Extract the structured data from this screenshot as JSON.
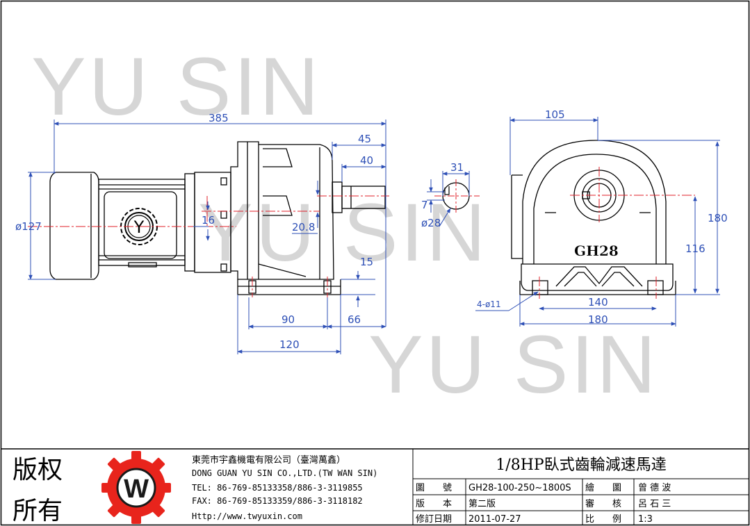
{
  "watermark": {
    "text": "YU SIN"
  },
  "dimensions": {
    "overall_length": "385",
    "d45": "45",
    "d40": "40",
    "motor_dia": "ø127",
    "d16": "16",
    "d20_8": "20.8",
    "d15": "15",
    "d90": "90",
    "d66": "66",
    "d120": "120",
    "key_31": "31",
    "key_7": "7",
    "shaft_dia": "ø28",
    "width_105": "105",
    "height_180": "180",
    "height_116": "116",
    "holes": "4-ø11",
    "base_140": "140",
    "base_180": "180"
  },
  "nameplate": {
    "gear_label": "GH28",
    "motor_badge": "Y"
  },
  "title_block": {
    "copyright": [
      "版权",
      "所有"
    ],
    "logo_letter": "W",
    "company_cn": "東莞市宇鑫機電有限公司（臺灣萬鑫）",
    "company_en": "DONG GUAN YU SIN CO.,LTD.(TW WAN SIN)",
    "tel": "TEL: 86-769-85133358/886-3-3119855",
    "fax": "FAX: 86-769-85133359/886-3-3118182",
    "http": "Http://www.twyuxin.com",
    "title": "1/8HP臥式齒輪減速馬達",
    "rows": [
      {
        "label": "圖　　號",
        "value": "GH28-100-250~1800S",
        "label2": "繪　　圖",
        "value2": "曾 德 波"
      },
      {
        "label": "版　　本",
        "value": "第二版",
        "label2": "審　　核",
        "value2": "呂 石 三"
      },
      {
        "label": "修訂日期",
        "value": "2011-07-27",
        "label2": "比　　例",
        "value2": "1:3"
      }
    ]
  },
  "colors": {
    "dimension": "#2d4fb6",
    "centerline": "#e0202a",
    "outline": "#000000",
    "logo": "#e8241c"
  }
}
